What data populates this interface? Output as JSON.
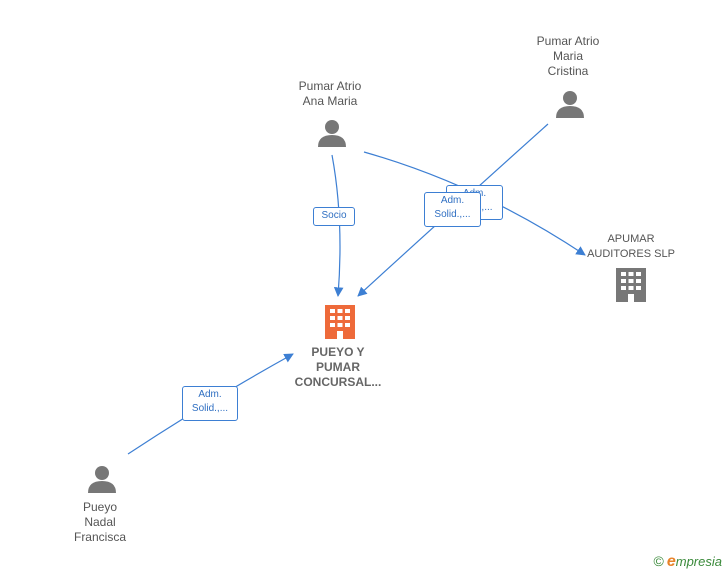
{
  "nodes": {
    "pumar_ana": {
      "lines": [
        "Pumar Atrio",
        "Ana Maria"
      ],
      "icon": "person-icon",
      "color": "#777777"
    },
    "pumar_maria": {
      "lines": [
        "Pumar Atrio",
        "Maria",
        "Cristina"
      ],
      "icon": "person-icon",
      "color": "#777777"
    },
    "pueyo_nadal": {
      "lines": [
        "Pueyo",
        "Nadal",
        "Francisca"
      ],
      "icon": "person-icon",
      "color": "#777777"
    },
    "apumar": {
      "lines": [
        "APUMAR",
        "AUDITORES SLP"
      ],
      "icon": "building-icon",
      "color": "#777777"
    },
    "pueyo_pumar": {
      "lines": [
        "PUEYO Y",
        "PUMAR",
        "CONCURSAL..."
      ],
      "icon": "building-icon",
      "color": "#ee6a3a"
    }
  },
  "edges": {
    "socio": {
      "lines": [
        "Socio"
      ]
    },
    "adm_back": {
      "lines": [
        "Adm.",
        "Solid.,..."
      ]
    },
    "adm_front": {
      "lines": [
        "Adm.",
        "Solid.,..."
      ]
    },
    "adm_bottom": {
      "lines": [
        "Adm.",
        "Solid.,..."
      ]
    }
  },
  "colors": {
    "edge": "#3d7fd3",
    "person": "#777777",
    "company_main": "#ee6a3a",
    "company_other": "#777777"
  },
  "watermark": {
    "copyright": "©",
    "brand_e": "e",
    "brand_rest": "mpresia"
  }
}
